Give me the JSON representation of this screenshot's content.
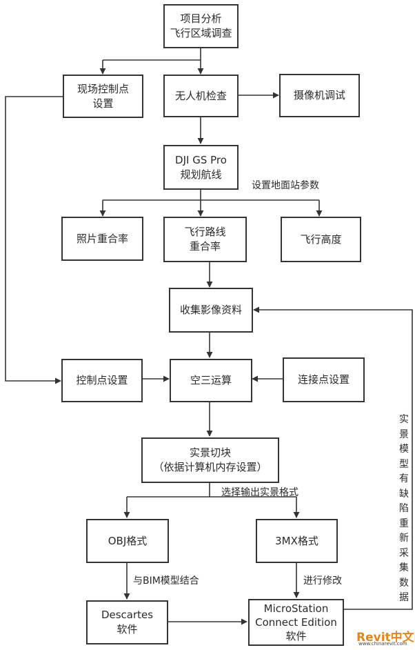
{
  "boxes": {
    "project_analysis": {
      "line1": "项目分析",
      "line2": "飞行区域调查"
    },
    "ground_control": {
      "line1": "现场控制点",
      "line2": "设置"
    },
    "drone_check": "无人机检查",
    "camera_debug": "摄像机调试",
    "dji_plan": {
      "line1": "DJI GS Pro",
      "line2": "规划航线"
    },
    "photo_overlap": "照片重合率",
    "route_overlap": {
      "line1": "飞行路线",
      "line2": "重合率"
    },
    "flight_height": "飞行高度",
    "collect_images": "收集影像资料",
    "control_points": "控制点设置",
    "aerial_triangulation": "空三运算",
    "tie_points": "连接点设置",
    "tiling": {
      "line1": "实景切块",
      "line2": "（依据计算机内存设置）"
    },
    "obj_format": "OBJ格式",
    "threemx_format": "3MX格式",
    "descartes": {
      "line1": "Descartes",
      "line2": "软件"
    },
    "microstation": {
      "line1": "MicroStation",
      "line2": "Connect Edition",
      "line3": "软件"
    }
  },
  "labels": {
    "ground_station": "设置地面站参数",
    "select_format": "选择输出实景格式",
    "bim_combine": "与BIM模型结合",
    "modify": "进行修改",
    "recollect": "实景模型有缺陷重新采集数据"
  },
  "watermark": {
    "brand": "Revit中文网",
    "url": "www.chinarevit.com"
  },
  "colors": {
    "line": "#333333",
    "text": "#2a2a2a",
    "watermark_blue": "#1e4f9c",
    "watermark_orange": "#e0871d"
  }
}
